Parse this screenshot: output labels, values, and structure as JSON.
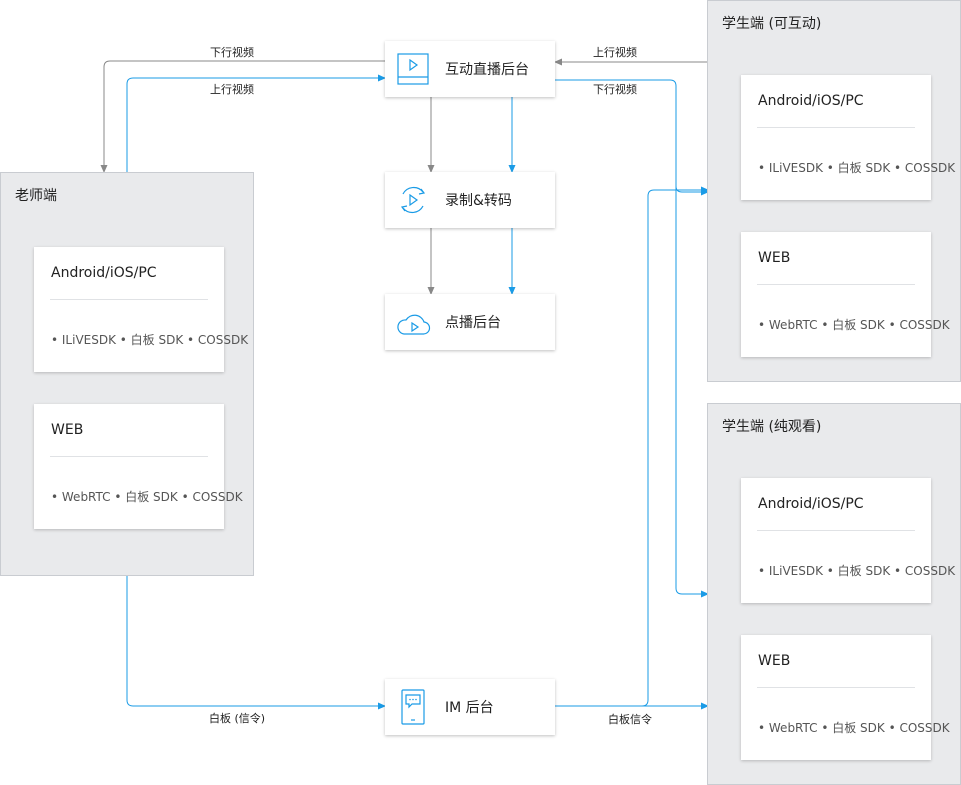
{
  "colors": {
    "blue": "#1a9be6",
    "gray": "#888888",
    "panel": "#e9eaec"
  },
  "teacher": {
    "title": "老师端",
    "native": {
      "title": "Android/iOS/PC",
      "sdk": "• ILiVESDK • 白板 SDK • COSSDK"
    },
    "web": {
      "title": "WEB",
      "sdk": "• WebRTC • 白板 SDK • COSSDK"
    }
  },
  "student_interactive": {
    "title": "学生端 (可互动)",
    "native": {
      "title": "Android/iOS/PC",
      "sdk": "• ILiVESDK • 白板 SDK • COSSDK"
    },
    "web": {
      "title": "WEB",
      "sdk": "• WebRTC • 白板 SDK • COSSDK"
    }
  },
  "student_watch": {
    "title": "学生端 (纯观看)",
    "native": {
      "title": "Android/iOS/PC",
      "sdk": "• ILiVESDK • 白板 SDK • COSSDK"
    },
    "web": {
      "title": "WEB",
      "sdk": "• WebRTC • 白板 SDK • COSSDK"
    }
  },
  "services": {
    "live": {
      "label": "互动直播后台",
      "icon": "play-square-icon"
    },
    "record": {
      "label": "录制&转码",
      "icon": "refresh-play-icon"
    },
    "vod": {
      "label": "点播后台",
      "icon": "cloud-play-icon"
    },
    "im": {
      "label": "IM 后台",
      "icon": "chat-phone-icon"
    }
  },
  "edges": {
    "teacher_down": "下行视频",
    "teacher_up": "上行视频",
    "student_up": "上行视频",
    "student_down": "下行视频",
    "teacher_board": "白板 (信令)",
    "student_board": "白板信令"
  }
}
